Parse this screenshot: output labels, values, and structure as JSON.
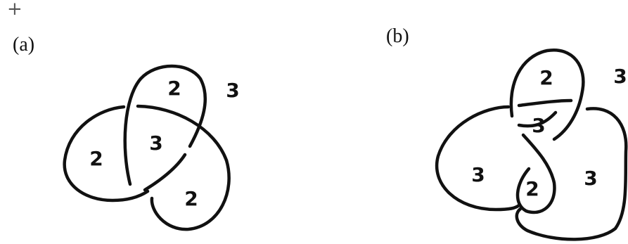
{
  "corner_mark": "+",
  "panel_a": {
    "label": "(a)",
    "regions": [
      "2",
      "3",
      "2",
      "2",
      "3"
    ]
  },
  "panel_b": {
    "label": "(b)",
    "regions": [
      "2",
      "3",
      "3",
      "3",
      "2",
      "3"
    ]
  }
}
